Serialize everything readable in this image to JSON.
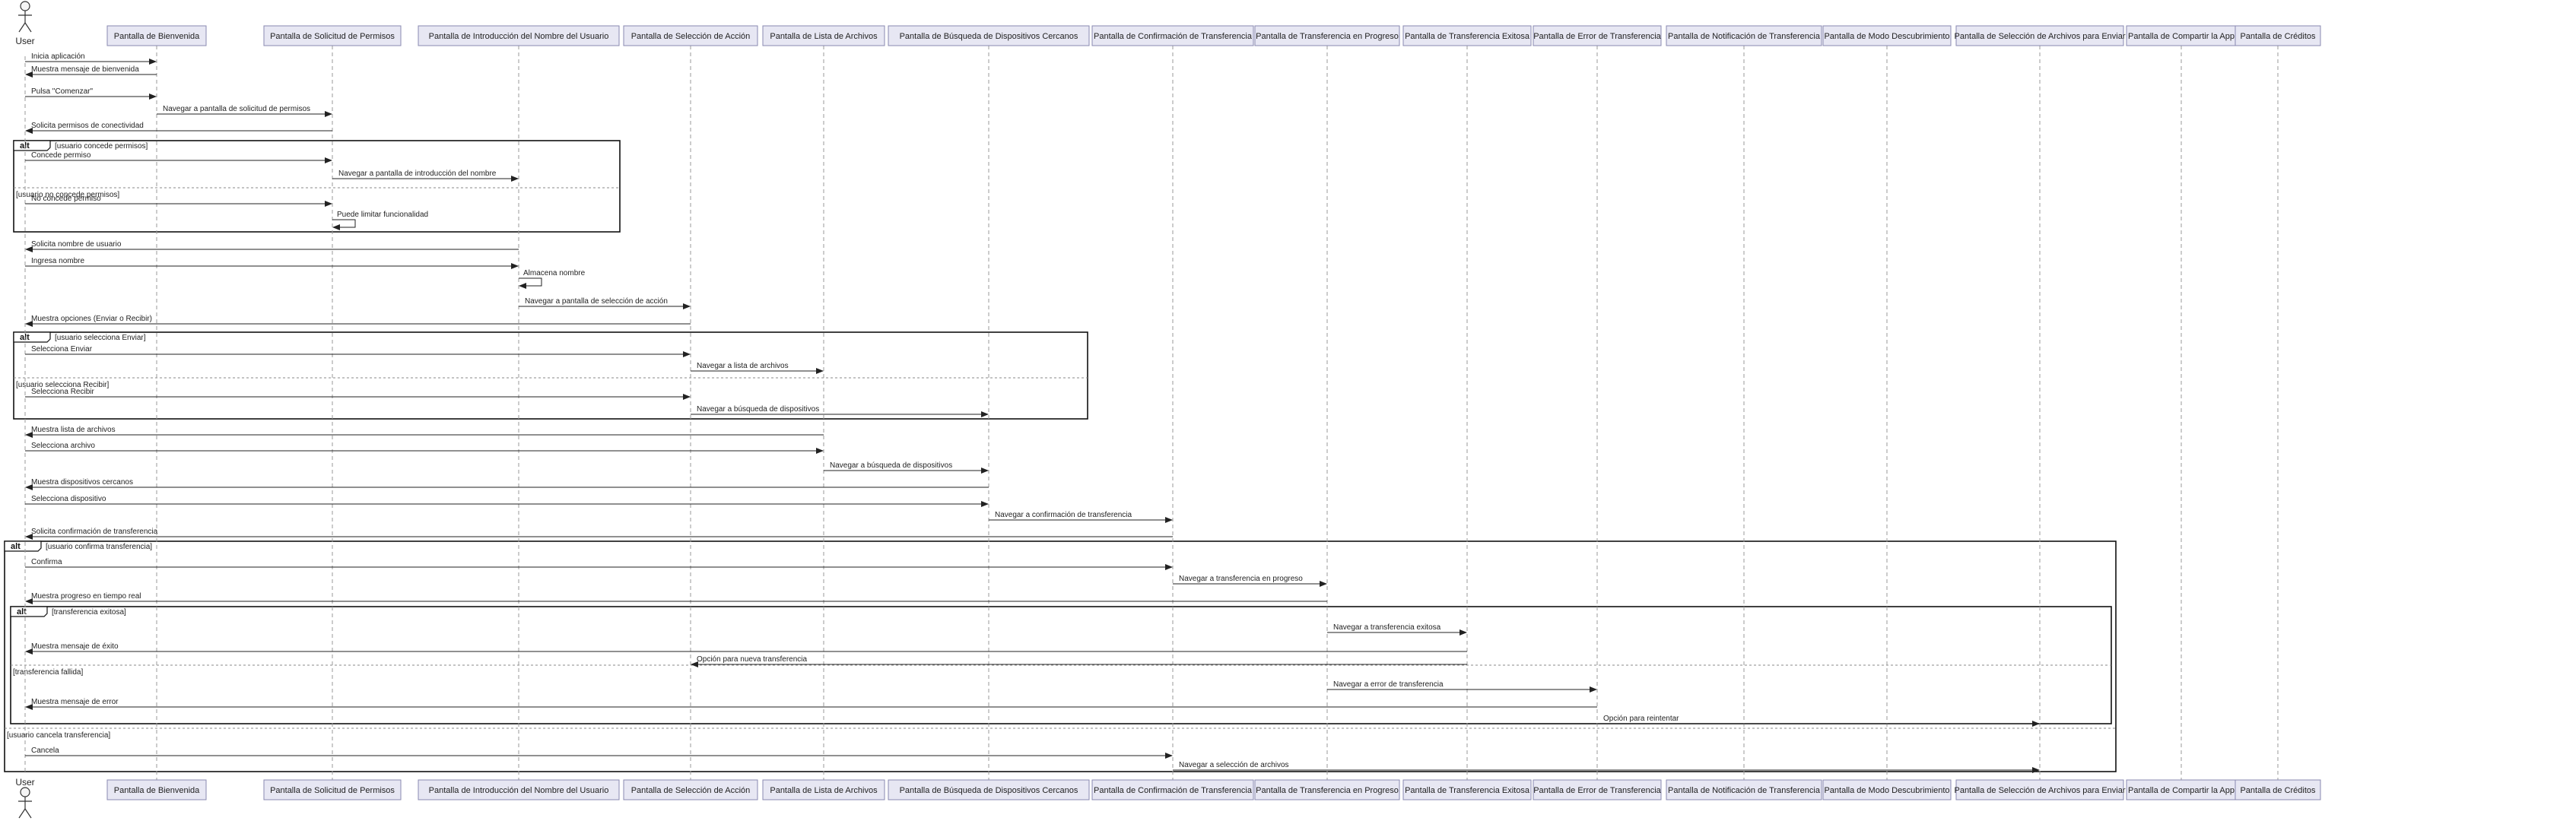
{
  "participants": [
    {
      "id": "user",
      "label": "User",
      "kind": "actor"
    },
    {
      "id": "bienvenida",
      "label": "Pantalla de Bienvenida",
      "kind": "box"
    },
    {
      "id": "permisos",
      "label": "Pantalla de Solicitud de Permisos",
      "kind": "box"
    },
    {
      "id": "nombre",
      "label": "Pantalla de Introducción del Nombre del Usuario",
      "kind": "box"
    },
    {
      "id": "accion",
      "label": "Pantalla de Selección de Acción",
      "kind": "box"
    },
    {
      "id": "archivos",
      "label": "Pantalla de Lista de Archivos",
      "kind": "box"
    },
    {
      "id": "busqueda",
      "label": "Pantalla de Búsqueda de Dispositivos Cercanos",
      "kind": "box"
    },
    {
      "id": "confirmacion",
      "label": "Pantalla de Confirmación de Transferencia",
      "kind": "box"
    },
    {
      "id": "progreso",
      "label": "Pantalla de Transferencia en Progreso",
      "kind": "box"
    },
    {
      "id": "exitosa",
      "label": "Pantalla de Transferencia Exitosa",
      "kind": "box"
    },
    {
      "id": "error",
      "label": "Pantalla de Error de Transferencia",
      "kind": "box"
    },
    {
      "id": "notificacion",
      "label": "Pantalla de Notificación de Transferencia",
      "kind": "box"
    },
    {
      "id": "descubrimiento",
      "label": "Pantalla de Modo Descubrimiento",
      "kind": "box"
    },
    {
      "id": "seleccion_envio",
      "label": "Pantalla de Selección de Archivos para Enviar",
      "kind": "box"
    },
    {
      "id": "compartir",
      "label": "Pantalla de Compartir la App",
      "kind": "box"
    },
    {
      "id": "creditos",
      "label": "Pantalla de Créditos",
      "kind": "box"
    }
  ],
  "messages": [
    {
      "from": "user",
      "to": "bienvenida",
      "text": "Inicia aplicación"
    },
    {
      "from": "bienvenida",
      "to": "user",
      "text": "Muestra mensaje de bienvenida"
    },
    {
      "from": "user",
      "to": "bienvenida",
      "text": "Pulsa \"Comenzar\""
    },
    {
      "from": "bienvenida",
      "to": "permisos",
      "text": "Navegar a pantalla de solicitud de permisos"
    },
    {
      "from": "permisos",
      "to": "user",
      "text": "Solicita permisos de conectividad"
    },
    {
      "from": "user",
      "to": "permisos",
      "text": "Concede permiso"
    },
    {
      "from": "permisos",
      "to": "nombre",
      "text": "Navegar a pantalla de introducción del nombre"
    },
    {
      "from": "user",
      "to": "permisos",
      "text": "No concede permiso"
    },
    {
      "from": "permisos",
      "to": "permisos",
      "text": "Puede limitar funcionalidad"
    },
    {
      "from": "nombre",
      "to": "user",
      "text": "Solicita nombre de usuario"
    },
    {
      "from": "user",
      "to": "nombre",
      "text": "Ingresa nombre"
    },
    {
      "from": "nombre",
      "to": "nombre",
      "text": "Almacena nombre"
    },
    {
      "from": "nombre",
      "to": "accion",
      "text": "Navegar a pantalla de selección de acción"
    },
    {
      "from": "accion",
      "to": "user",
      "text": "Muestra opciones (Enviar o Recibir)"
    },
    {
      "from": "user",
      "to": "accion",
      "text": "Selecciona Enviar"
    },
    {
      "from": "accion",
      "to": "archivos",
      "text": "Navegar a lista de archivos"
    },
    {
      "from": "user",
      "to": "accion",
      "text": "Selecciona Recibir"
    },
    {
      "from": "accion",
      "to": "busqueda",
      "text": "Navegar a búsqueda de dispositivos"
    },
    {
      "from": "archivos",
      "to": "user",
      "text": "Muestra lista de archivos"
    },
    {
      "from": "user",
      "to": "archivos",
      "text": "Selecciona archivo"
    },
    {
      "from": "archivos",
      "to": "busqueda",
      "text": "Navegar a búsqueda de dispositivos"
    },
    {
      "from": "busqueda",
      "to": "user",
      "text": "Muestra dispositivos cercanos"
    },
    {
      "from": "user",
      "to": "busqueda",
      "text": "Selecciona dispositivo"
    },
    {
      "from": "busqueda",
      "to": "confirmacion",
      "text": "Navegar a confirmación de transferencia"
    },
    {
      "from": "confirmacion",
      "to": "user",
      "text": "Solicita confirmación de transferencia"
    },
    {
      "from": "user",
      "to": "confirmacion",
      "text": "Confirma"
    },
    {
      "from": "confirmacion",
      "to": "progreso",
      "text": "Navegar a transferencia en progreso"
    },
    {
      "from": "progreso",
      "to": "user",
      "text": "Muestra progreso en tiempo real"
    },
    {
      "from": "progreso",
      "to": "exitosa",
      "text": "Navegar a transferencia exitosa"
    },
    {
      "from": "exitosa",
      "to": "user",
      "text": "Muestra mensaje de éxito"
    },
    {
      "from": "exitosa",
      "to": "accion",
      "text": "Opción para nueva transferencia"
    },
    {
      "from": "progreso",
      "to": "error",
      "text": "Navegar a error de transferencia"
    },
    {
      "from": "error",
      "to": "user",
      "text": "Muestra mensaje de error"
    },
    {
      "from": "error",
      "to": "seleccion_envio",
      "text": "Opción para reintentar"
    },
    {
      "from": "user",
      "to": "confirmacion",
      "text": "Cancela"
    },
    {
      "from": "confirmacion",
      "to": "seleccion_envio",
      "text": "Navegar a selección de archivos"
    }
  ],
  "fragments": [
    {
      "keyword": "alt",
      "sections": [
        "[usuario concede permisos]",
        "[usuario no concede permisos]"
      ]
    },
    {
      "keyword": "alt",
      "sections": [
        "[usuario selecciona Enviar]",
        "[usuario selecciona Recibir]"
      ]
    },
    {
      "keyword": "alt",
      "sections": [
        "[usuario confirma transferencia]",
        "[usuario cancela transferencia]"
      ]
    },
    {
      "keyword": "alt",
      "sections": [
        "[transferencia exitosa]",
        "[transferencia fallida]"
      ]
    }
  ]
}
